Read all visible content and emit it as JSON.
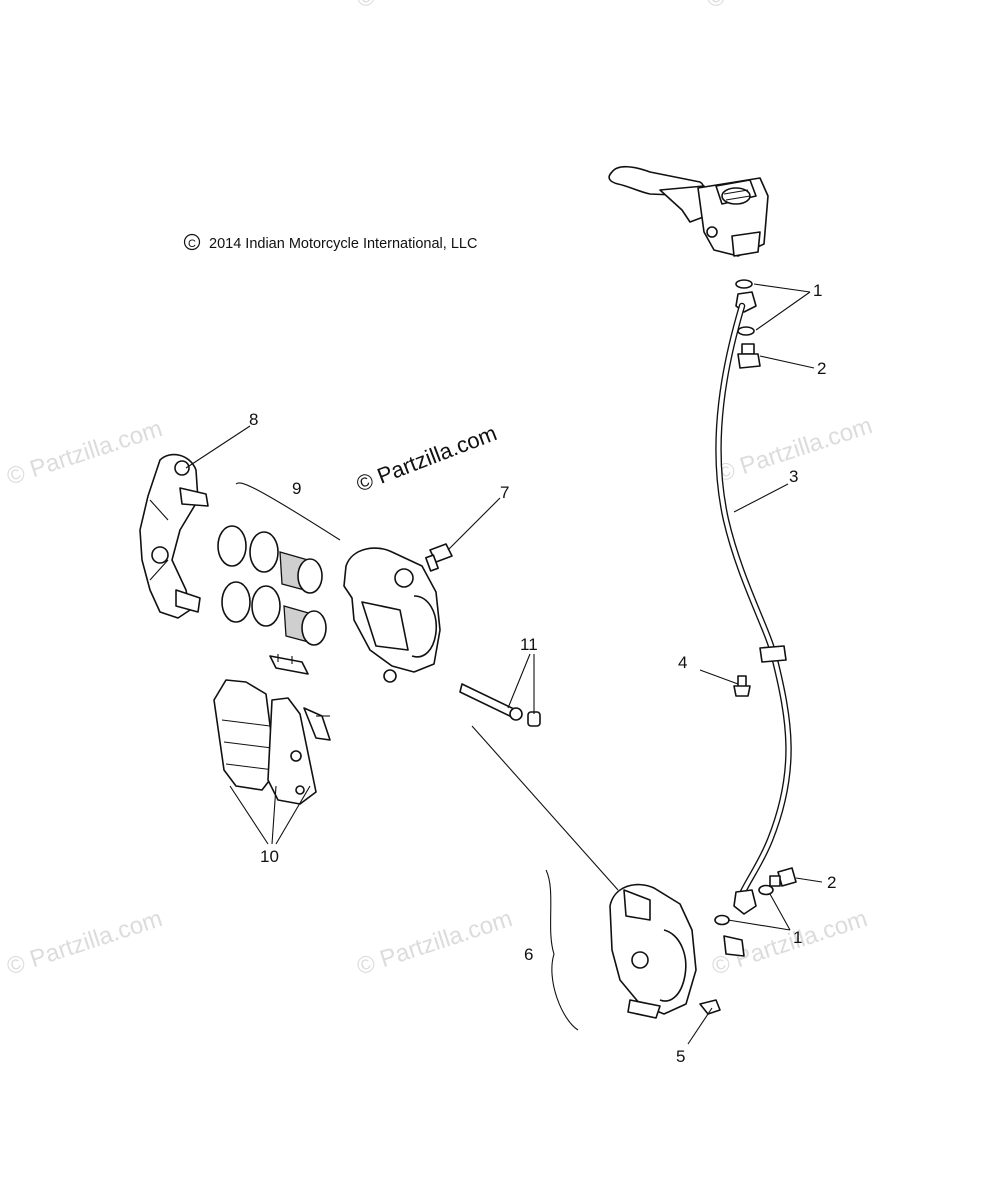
{
  "copyright": "2014 Indian Motorcycle International, LLC",
  "brand_watermark": "© Partzilla.com",
  "watermarks": [
    "© Partzilla.com",
    "© Partzilla.com",
    "© Partzilla.com",
    "© Partzilla.com",
    "© Partzilla.com",
    "© Partzilla.com",
    "© Partzilla.com"
  ],
  "callouts": {
    "c1a": "1",
    "c1b": "1",
    "c2a": "2",
    "c2b": "2",
    "c3": "3",
    "c4": "4",
    "c5": "5",
    "c6": "6",
    "c7": "7",
    "c8": "8",
    "c9": "9",
    "c10": "10",
    "c11": "11"
  }
}
